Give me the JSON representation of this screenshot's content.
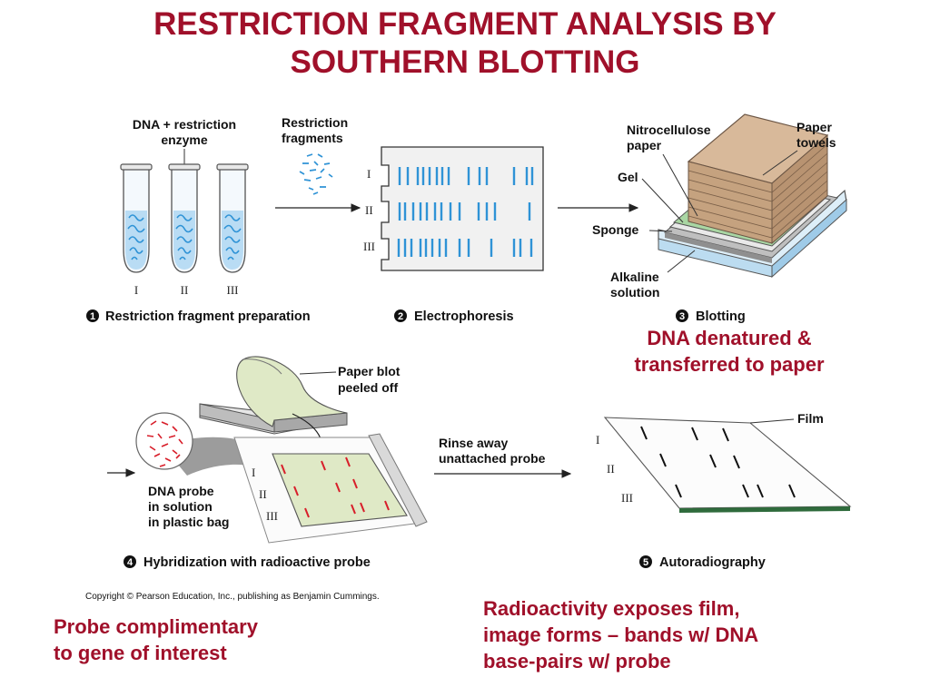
{
  "title": {
    "line1": "RESTRICTION FRAGMENT ANALYSIS BY",
    "line2": "SOUTHERN BLOTTING"
  },
  "labels": {
    "dna_enzyme_1": "DNA + restriction",
    "dna_enzyme_2": "enzyme",
    "fragments_1": "Restriction",
    "fragments_2": "fragments",
    "nitro_1": "Nitrocellulose",
    "nitro_2": "paper",
    "towels_1": "Paper",
    "towels_2": "towels",
    "gel": "Gel",
    "sponge": "Sponge",
    "alkaline_1": "Alkaline",
    "alkaline_2": "solution",
    "blot_1": "Paper blot",
    "blot_2": "peeled off",
    "probe_1": "DNA probe",
    "probe_2": "in solution",
    "probe_3": "in plastic bag",
    "rinse_1": "Rinse away",
    "rinse_2": "unattached probe",
    "film": "Film"
  },
  "lanes": [
    "I",
    "II",
    "III"
  ],
  "steps": [
    {
      "num": "1",
      "label": "Restriction fragment preparation"
    },
    {
      "num": "2",
      "label": "Electrophoresis"
    },
    {
      "num": "3",
      "label": "Blotting"
    },
    {
      "num": "4",
      "label": "Hybridization with radioactive probe"
    },
    {
      "num": "5",
      "label": "Autoradiography"
    }
  ],
  "copyright": "Copyright © Pearson Education, Inc., publishing as Benjamin Cummings.",
  "notes": {
    "blotting_1": "DNA denatured &",
    "blotting_2": "transferred to paper",
    "probe_1": "Probe complimentary",
    "probe_2": "to gene of interest",
    "autorad_1": "Radioactivity exposes film,",
    "autorad_2": "image forms – bands w/ DNA",
    "autorad_3": "base-pairs w/ probe"
  },
  "colors": {
    "title": "#a0102a",
    "dna": "#2f93d6",
    "probe": "#d81e2a",
    "blot": "#dfe9c6",
    "towel": "#d8b99a"
  }
}
